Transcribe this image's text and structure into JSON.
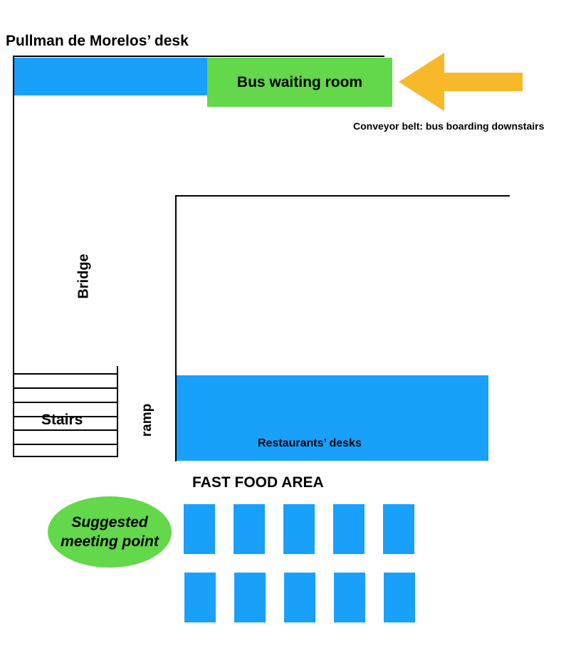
{
  "map": {
    "title": "Pullman de Morelos’ desk",
    "bus_waiting_room": "Bus waiting room",
    "conveyor_label": "Conveyor belt: bus boarding downstairs",
    "bridge_label": "Bridge",
    "ramp_label": "ramp",
    "stairs_label": "Stairs",
    "restaurants_label": "Restaurants’ desks",
    "fast_food_label": "FAST FOOD AREA",
    "meeting_point": {
      "line1": "Suggested",
      "line2": "meeting point"
    }
  },
  "colors": {
    "blue": "#18a0fb",
    "green": "#62d84a",
    "arrow": "#f7b92a",
    "line": "#000000"
  },
  "icons": {
    "arrow": "left-arrow-icon"
  }
}
